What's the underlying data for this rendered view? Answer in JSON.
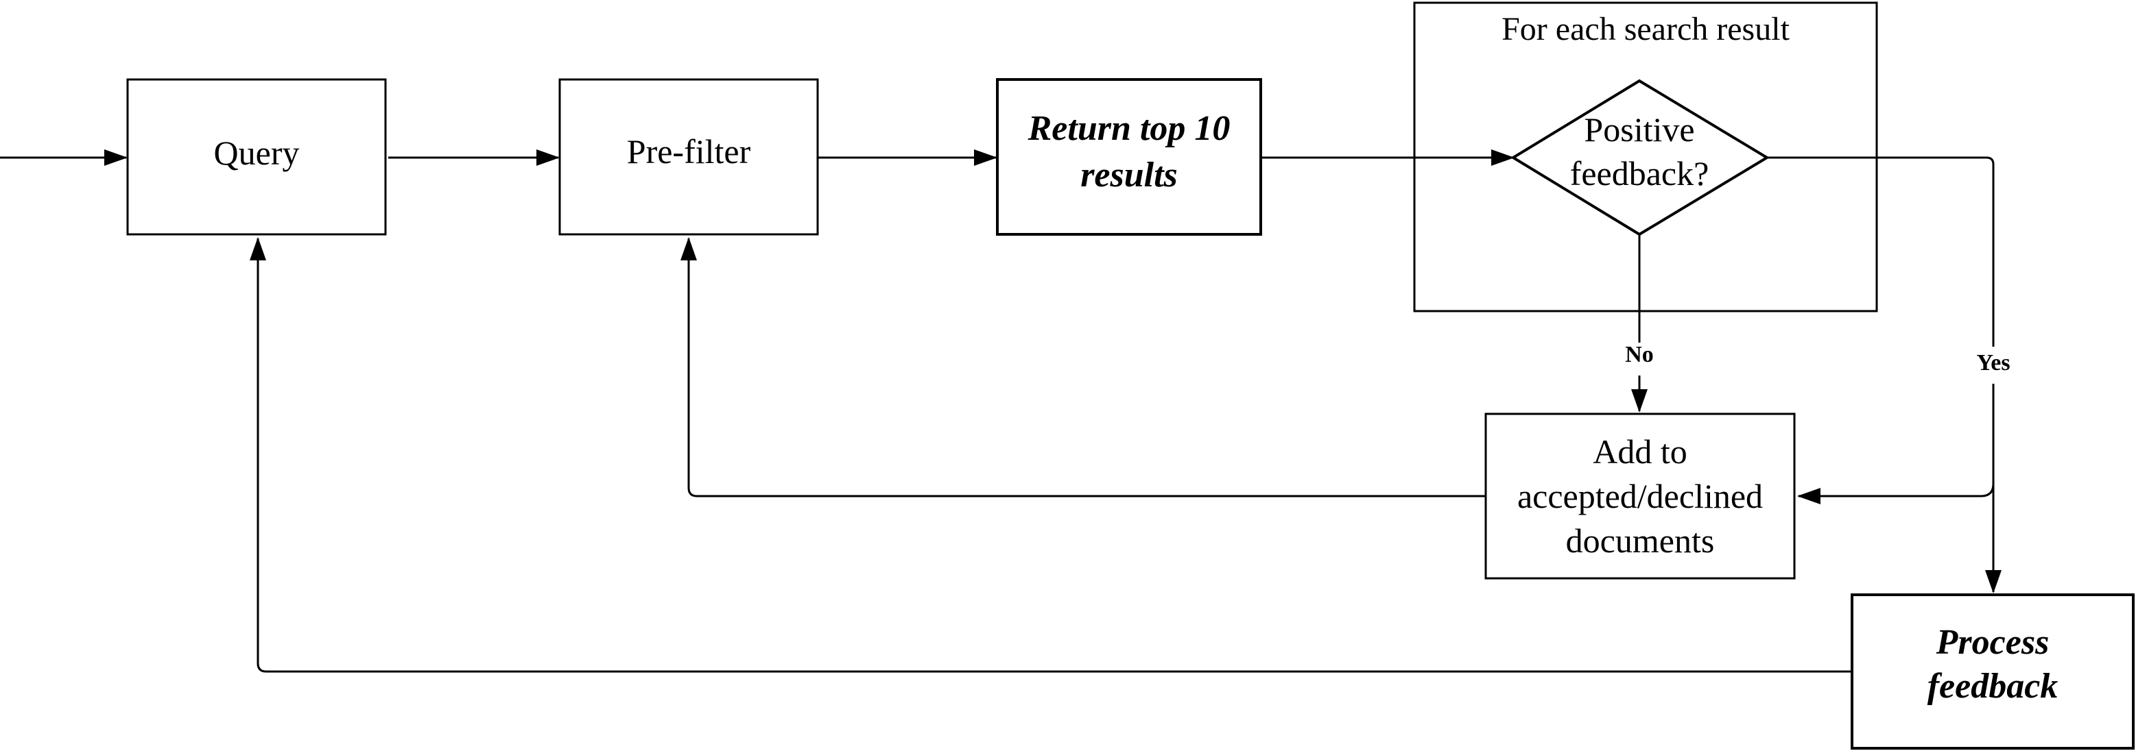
{
  "nodes": {
    "query": {
      "label": "Query"
    },
    "prefilter": {
      "label": "Pre-filter"
    },
    "return_top": {
      "lines": [
        "Return top 10",
        "results"
      ]
    },
    "group": {
      "label": "For each search result"
    },
    "decision": {
      "lines": [
        "Positive",
        "feedback?"
      ]
    },
    "add_docs": {
      "lines": [
        "Add to",
        "accepted/declined",
        "documents"
      ]
    },
    "process": {
      "lines": [
        "Process",
        "feedback"
      ]
    }
  },
  "edges": {
    "no_label": "No",
    "yes_label": "Yes"
  },
  "colors": {
    "stroke": "#000000",
    "fill": "#ffffff",
    "text": "#000000"
  }
}
